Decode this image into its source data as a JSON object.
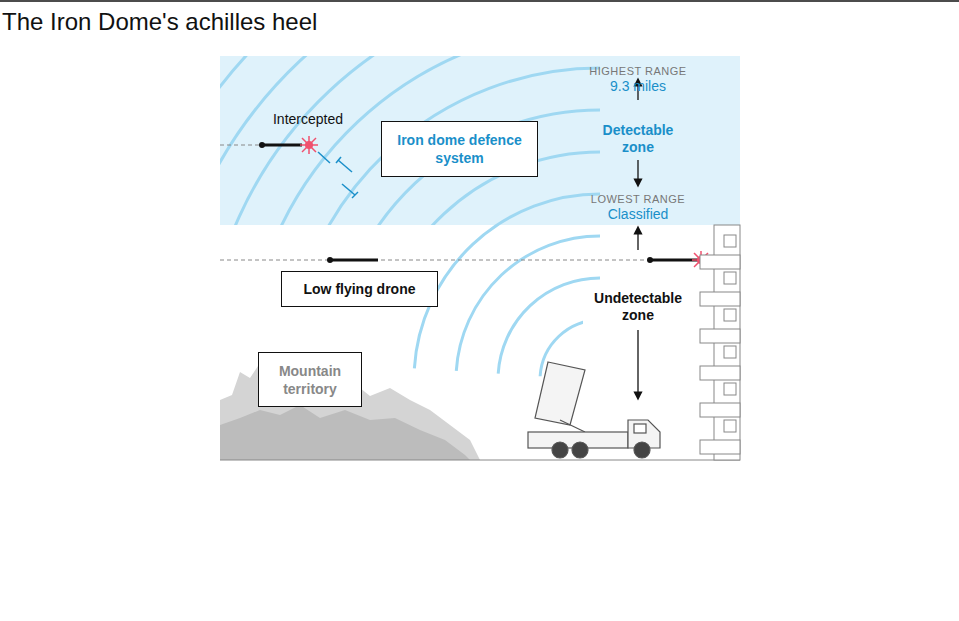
{
  "diagram": {
    "title": "The Iron Dome's achilles heel",
    "nodes": [
      {
        "text": [
          "Iron dome defence system"
        ]
      },
      {
        "text": [
          "Low flying drone"
        ]
      },
      {
        "text": [
          "Mountain territory"
        ]
      }
    ],
    "labels": [
      "Intercepted",
      "HIGHEST RANGE",
      "9.3 miles",
      "Detectable zone",
      "LOWEST RANGE",
      "Classified",
      "Undetectable zone"
    ]
  }
}
